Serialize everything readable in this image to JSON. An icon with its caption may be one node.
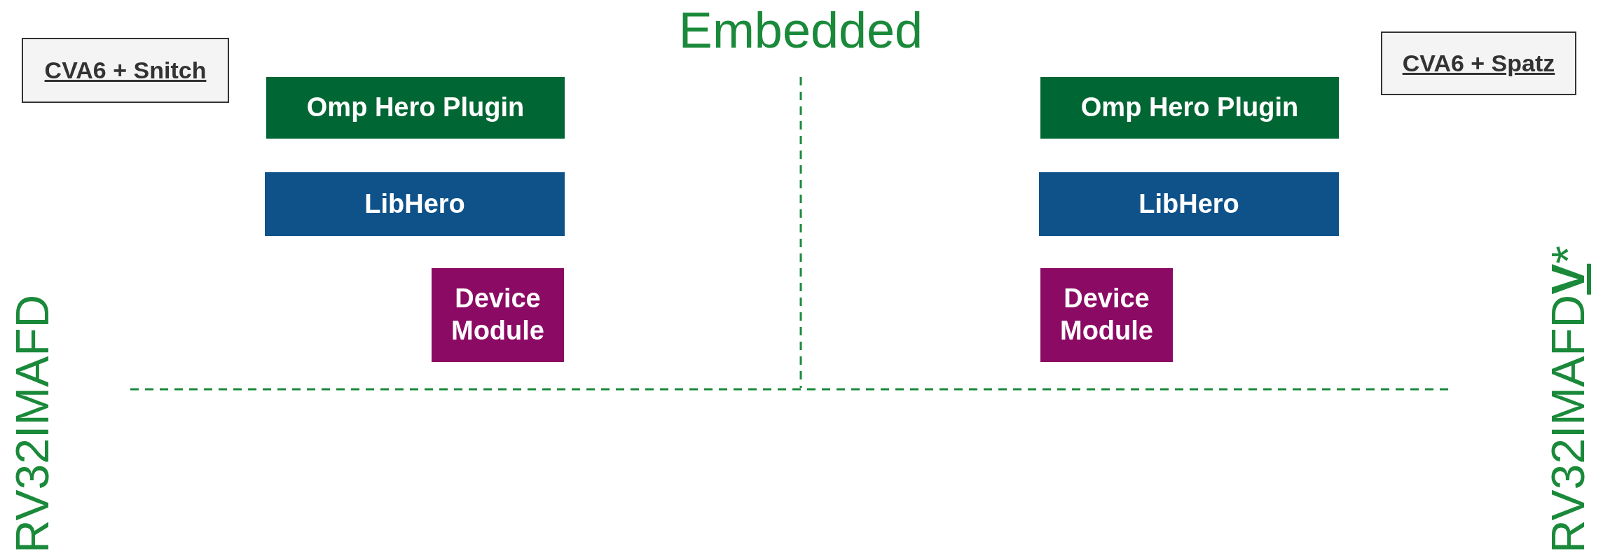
{
  "diagram": {
    "title": "Embedded",
    "nodes": [
      {
        "text": [
          "CVA6 + Snitch"
        ]
      },
      {
        "text": [
          "CVA6 + Spatz"
        ]
      },
      {
        "text": [
          "Omp Hero Plugin"
        ]
      },
      {
        "text": [
          "Omp Hero Plugin"
        ]
      },
      {
        "text": [
          "LibHero"
        ]
      },
      {
        "text": [
          "LibHero"
        ]
      },
      {
        "text": [
          "Device Module"
        ]
      },
      {
        "text": [
          "Device Module"
        ]
      }
    ],
    "labels": [
      "RV32IMAFD",
      "RV32IMAFD**V***"
    ]
  }
}
